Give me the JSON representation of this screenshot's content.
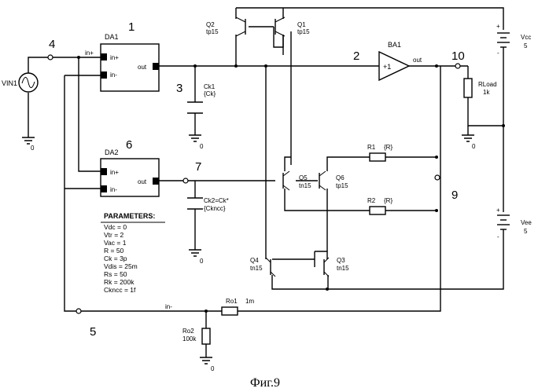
{
  "figure": {
    "caption": "Фиг.9"
  },
  "nodes": [
    "1",
    "2",
    "3",
    "4",
    "5",
    "6",
    "7",
    "9",
    "10"
  ],
  "components": {
    "da1": {
      "name": "DA1",
      "pin_inp": "in+",
      "pin_inm": "in-",
      "pin_out": "out"
    },
    "da2": {
      "name": "DA2",
      "pin_inp": "in+",
      "pin_inm": "in-",
      "pin_out": "out"
    },
    "ba1": {
      "name": "BA1",
      "gain": "+1",
      "pin_out": "out"
    },
    "vin1": {
      "name": "VIN1"
    },
    "vcc": {
      "name": "Vcc",
      "value": "5"
    },
    "vee": {
      "name": "Vee",
      "value": "5"
    },
    "rload": {
      "name": "RLoad",
      "value": "1k"
    },
    "ck1": {
      "name": "Ck1",
      "value": "{Ck}"
    },
    "ck2": {
      "name": "Ck2=Ck*",
      "value": "{Ckncc}"
    },
    "r1": {
      "name": "R1",
      "value": "{R}"
    },
    "r2": {
      "name": "R2",
      "value": "{R}"
    },
    "ro1": {
      "name": "Ro1",
      "value": "1m"
    },
    "ro2": {
      "name": "Ro2",
      "value": "100k"
    },
    "q1": {
      "name": "Q1",
      "model": "tp15"
    },
    "q2": {
      "name": "Q2",
      "model": "tp15"
    },
    "q3": {
      "name": "Q3",
      "model": "tn15"
    },
    "q4": {
      "name": "Q4",
      "model": "tn15"
    },
    "q5": {
      "name": "Q5",
      "model": "tn15"
    },
    "q6": {
      "name": "Q6",
      "model": "tp15"
    }
  },
  "net_labels": {
    "in_plus": "in+",
    "in_minus": "in-",
    "ground": "0",
    "plus": "+",
    "minus": "-"
  },
  "parameters": {
    "title": "PARAMETERS:",
    "lines": [
      "Vdc = 0",
      "Vtr = 2",
      "Vac = 1",
      "R = 50",
      "Ck = 3p",
      "Vdis = 25m",
      "Rs = 50",
      "Rk = 200k",
      "Ckncc = 1f"
    ]
  }
}
